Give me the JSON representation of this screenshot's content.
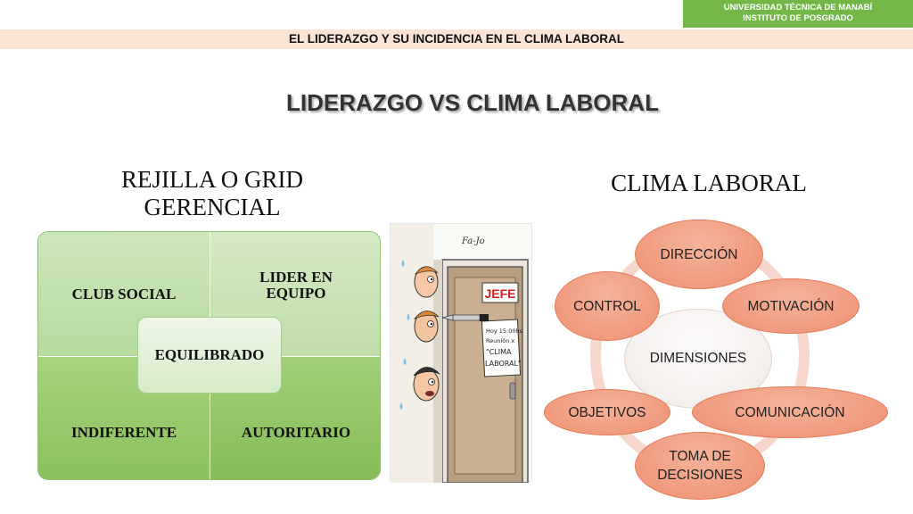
{
  "header": {
    "university": "UNIVERSIDAD TÉCNICA DE MANABÍ",
    "institute": "INSTITUTO DE POSGRADO",
    "topic": "EL LIDERAZGO Y SU INCIDENCIA EN EL CLIMA LABORAL"
  },
  "title": "LIDERAZGO VS CLIMA LABORAL",
  "grid": {
    "title_line1": "REJILLA O GRID",
    "title_line2": "GERENCIAL",
    "top_left": "CLUB SOCIAL",
    "top_right": "LIDER EN EQUIPO",
    "bottom_left": "INDIFERENTE",
    "bottom_right": "AUTORITARIO",
    "center": "EQUILIBRADO"
  },
  "cartoon": {
    "sign": "JEFE",
    "note_line1": "Hoy 15:00hs",
    "note_line2": "Reunión x",
    "note_line3": "\"CLIMA",
    "note_line4": "LABORAL\"",
    "signature": "Fa-Jo"
  },
  "clima": {
    "title": "CLIMA LABORAL",
    "center": "DIMENSIONES",
    "nodes": {
      "direccion": "DIRECCIÓN",
      "motivacion": "MOTIVACIÓN",
      "comunicacion": "COMUNICACIÓN",
      "toma_line1": "TOMA DE",
      "toma_line2": "DECISIONES",
      "objetivos": "OBJETIVOS",
      "control": "CONTROL"
    }
  },
  "colors": {
    "badge_green": "#73b749",
    "topbar_pink": "#fbe3d6",
    "node_salmon": "#f19a7c",
    "grid_green": "#a9d27f"
  }
}
